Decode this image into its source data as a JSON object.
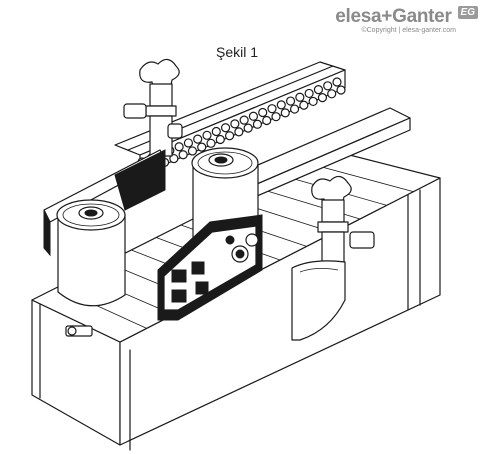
{
  "header": {
    "brand_name": "elesa+Ganter",
    "brand_badge": "EG",
    "copyright": "©Copyright | elesa-ganter.com"
  },
  "figure": {
    "label": "Şekil 1"
  },
  "colors": {
    "line": "#1a1a1a",
    "brand_gray": "#8a8a8a",
    "background": "#ffffff"
  }
}
